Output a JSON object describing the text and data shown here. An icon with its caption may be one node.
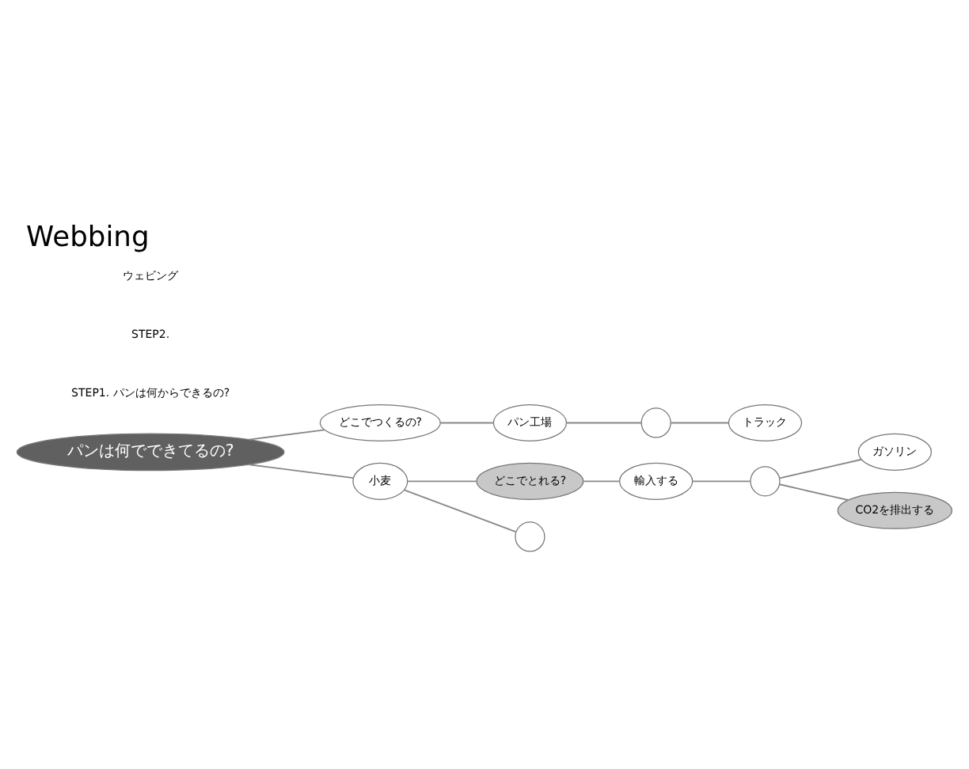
{
  "diagram": {
    "title": "Webbing",
    "nodes": [
      {
        "text": [
          "パンは何でできてるの?"
        ]
      },
      {
        "text": [
          "どこでつくるの?"
        ]
      },
      {
        "text": [
          "パン工場"
        ]
      },
      {
        "text": [
          "小麦"
        ]
      },
      {
        "text": [
          "どこでとれる?"
        ]
      },
      {
        "text": [
          "トラック"
        ]
      },
      {
        "text": [
          "輸入する"
        ]
      },
      {
        "text": [],
        "shape": "circle"
      },
      {
        "text": [
          "ガソリン"
        ]
      },
      {
        "text": [
          "CO2を排出する"
        ]
      },
      {
        "text": [],
        "shape": "circle"
      },
      {
        "text": [],
        "shape": "circle"
      }
    ],
    "edges": [
      {
        "from": 0,
        "to": 1,
        "arrow": "none"
      },
      {
        "from": 1,
        "to": 2,
        "arrow": "none"
      },
      {
        "from": 2,
        "to": 11,
        "arrow": "none"
      },
      {
        "from": 11,
        "to": 5,
        "arrow": "none"
      },
      {
        "from": 0,
        "to": 3,
        "arrow": "none"
      },
      {
        "from": 3,
        "to": 4,
        "arrow": "none"
      },
      {
        "from": 4,
        "to": 6,
        "arrow": "none"
      },
      {
        "from": 6,
        "to": 7,
        "arrow": "none"
      },
      {
        "from": 7,
        "to": 8,
        "arrow": "none"
      },
      {
        "from": 7,
        "to": 9,
        "arrow": "none"
      },
      {
        "from": 3,
        "to": 10,
        "arrow": "none"
      }
    ],
    "labels": [
      "STEP1. パンは何からできるの?",
      "STEP2.",
      "ウェビング"
    ]
  }
}
